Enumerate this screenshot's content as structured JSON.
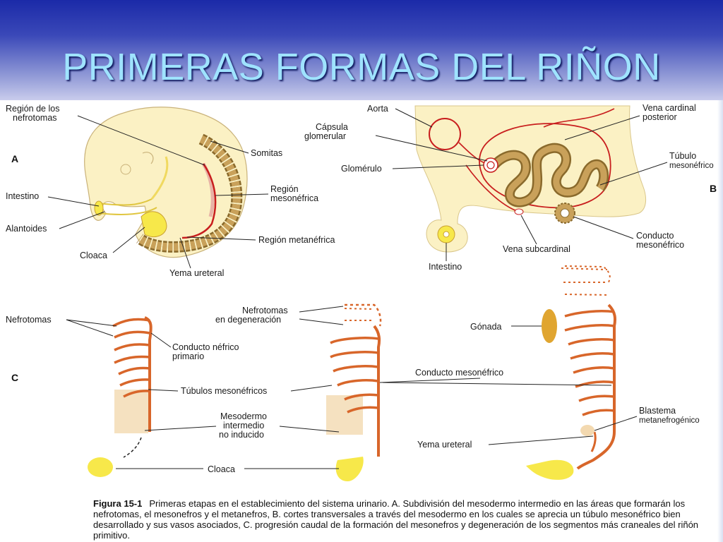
{
  "slide": {
    "title": "PRIMERAS FORMAS DEL RIÑON"
  },
  "panel_letters": {
    "a": "A",
    "b": "B",
    "c": "C"
  },
  "panel_a": {
    "labels": {
      "region_nefrotomas_1": "Región de los",
      "region_nefrotomas_2": "nefrotomas",
      "somitas": "Somitas",
      "intestino": "Intestino",
      "region_mesonefrica_1": "Región",
      "region_mesonefrica_2": "mesonéfrica",
      "alantoides": "Alantoides",
      "region_metanefrica": "Región metanéfrica",
      "cloaca": "Cloaca",
      "yema_ureteral": "Yema ureteral"
    }
  },
  "panel_b": {
    "labels": {
      "aorta": "Aorta",
      "capsula_1": "Cápsula",
      "capsula_2": "glomerular",
      "glomerulo": "Glomérulo",
      "vena_cardinal_1": "Vena cardinal",
      "vena_cardinal_2": "posterior",
      "tubulo_1": "Túbulo",
      "tubulo_2": "mesonéfrico",
      "conducto_1": "Conducto",
      "conducto_2": "mesonéfrico",
      "vena_subcardinal": "Vena subcardinal",
      "intestino": "Intestino"
    }
  },
  "panel_c": {
    "labels": {
      "nefrotomas": "Nefrotomas",
      "conducto_nefrico_1": "Conducto néfrico",
      "conducto_nefrico_2": "primario",
      "nefrotomas_deg_1": "Nefrotomas",
      "nefrotomas_deg_2": "en degeneración",
      "gonada": "Gónada",
      "tubulos_mesonefricos": "Túbulos mesonéfricos",
      "conducto_mesonefrico": "Conducto mesonéfrico",
      "mesodermo_1": "Mesodermo",
      "mesodermo_2": "intermedio",
      "mesodermo_3": "no inducido",
      "blastema_1": "Blastema",
      "blastema_2": "metanefrogénico",
      "yema_ureteral": "Yema ureteral",
      "cloaca": "Cloaca"
    }
  },
  "caption": {
    "figure": "Figura 15-1",
    "text": "Primeras etapas en el establecimiento del sistema urinario. A. Subdivisión del mesodermo intermedio en las áreas que formarán los nefrotomas, el mesonefros y el metanefros, B. cortes transversales a través del mesodermo en los cuales se aprecia un túbulo mesonéfrico bien desarrollado y sus vasos asociados, C. progresión caudal de la formación del mesonefros y degeneración de los segmentos más craneales del riñón primitivo."
  },
  "colors": {
    "header_top": "#1b2aa8",
    "title_text": "#9fe3ff",
    "tissue": "#fbf1c4",
    "duct": "#d8662a",
    "vessel": "#c81e1e",
    "tubule": "#c9a15a",
    "cloaca": "#f7e84a"
  }
}
